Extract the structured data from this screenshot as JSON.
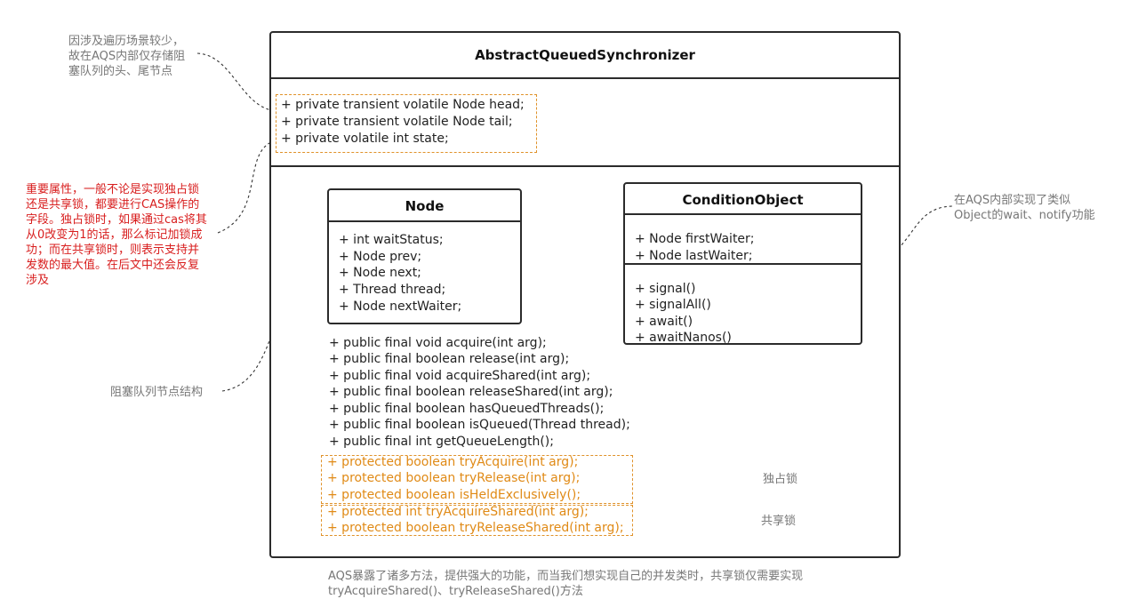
{
  "main_class": {
    "title": "AbstractQueuedSynchronizer",
    "fields": [
      "+ private transient volatile Node head;",
      "+ private transient volatile Node tail;",
      "+ private volatile int state;"
    ],
    "methods_public": [
      "+ public final void acquire(int arg);",
      "+ public final boolean release(int arg);",
      "+ public final void acquireShared(int arg);",
      "+ public final boolean releaseShared(int arg);",
      "+ public final boolean hasQueuedThreads();",
      "+ public final boolean isQueued(Thread thread);",
      "+ public final int getQueueLength();"
    ],
    "methods_exclusive": [
      "+ protected boolean tryAcquire(int arg);",
      "+ protected boolean tryRelease(int arg);",
      "+ protected boolean isHeldExclusively();"
    ],
    "methods_shared": [
      "+ protected int tryAcquireShared(int arg);",
      "+ protected boolean tryReleaseShared(int arg);"
    ]
  },
  "node_class": {
    "title": "Node",
    "fields": [
      "+ int waitStatus;",
      "+ Node prev;",
      "+ Node next;",
      "+ Thread thread;",
      "+ Node nextWaiter;"
    ]
  },
  "condition_class": {
    "title": "ConditionObject",
    "fields": [
      "+ Node firstWaiter;",
      "+ Node lastWaiter;"
    ],
    "methods": [
      "+ signal()",
      "+ signalAll()",
      "+ await()",
      "+ awaitNanos()"
    ]
  },
  "notes": {
    "head_tail": "因涉及遍历场景较少，\n故在AQS内部仅存储阻\n塞队列的头、尾节点",
    "state": "重要属性，一般不论是实现独占锁\n还是共享锁，都要进行CAS操作的\n字段。独占锁时，如果通过cas将其\n从0改变为1的话，那么标记加锁成\n功；而在共享锁时，则表示支持并\n发数的最大值。在后文中还会反复\n涉及",
    "node": "阻塞队列节点结构",
    "condition": "在AQS内部实现了类似\nObject的wait、notify功能",
    "exclusive": "独占锁",
    "shared": "共享锁",
    "footer": "AQS暴露了诸多方法，提供强大的功能，而当我们想实现自己的并发类时，共享锁仅需要实现\ntryAcquireShared()、tryReleaseShared()方法"
  },
  "colors": {
    "accent_orange": "#e08a16",
    "note_red": "#d81e1e",
    "note_gray": "#777777",
    "border": "#2b2b2b"
  }
}
